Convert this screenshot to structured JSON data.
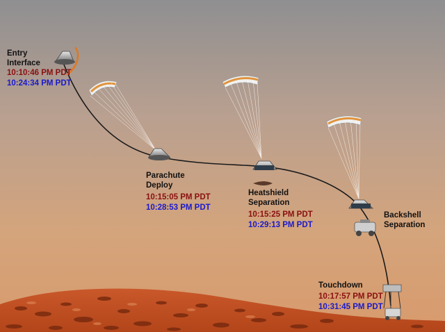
{
  "colors": {
    "sky_top": "#8f8f91",
    "sky_mid": "#c8a486",
    "sky_bottom": "#d49a70",
    "ground": "#c4501e",
    "time_1": "#8a1010",
    "time_2": "#1a1acc"
  },
  "events": [
    {
      "id": "entry",
      "name_line1": "Entry",
      "name_line2": "Interface",
      "time_1": "10:10:46 PM PDT",
      "time_2": "10:24:34 PM PDT",
      "icon": "aeroshell-entry-icon"
    },
    {
      "id": "parachute",
      "name_line1": "Parachute",
      "name_line2": "Deploy",
      "time_1": "10:15:05 PM PDT",
      "time_2": "10:28:53 PM PDT",
      "icon": "parachute-icon"
    },
    {
      "id": "heatshield",
      "name_line1": "Heatshield",
      "name_line2": "Separation",
      "time_1": "10:15:25 PM PDT",
      "time_2": "10:29:13 PM PDT",
      "icon": "heatshield-icon"
    },
    {
      "id": "backshell",
      "name_line1": "Backshell",
      "name_line2": "Separation",
      "icon": "backshell-icon"
    },
    {
      "id": "touchdown",
      "name_line1": "Touchdown",
      "time_1": "10:17:57 PM PDT",
      "time_2": "10:31:45 PM PDT",
      "icon": "lander-icon"
    }
  ]
}
